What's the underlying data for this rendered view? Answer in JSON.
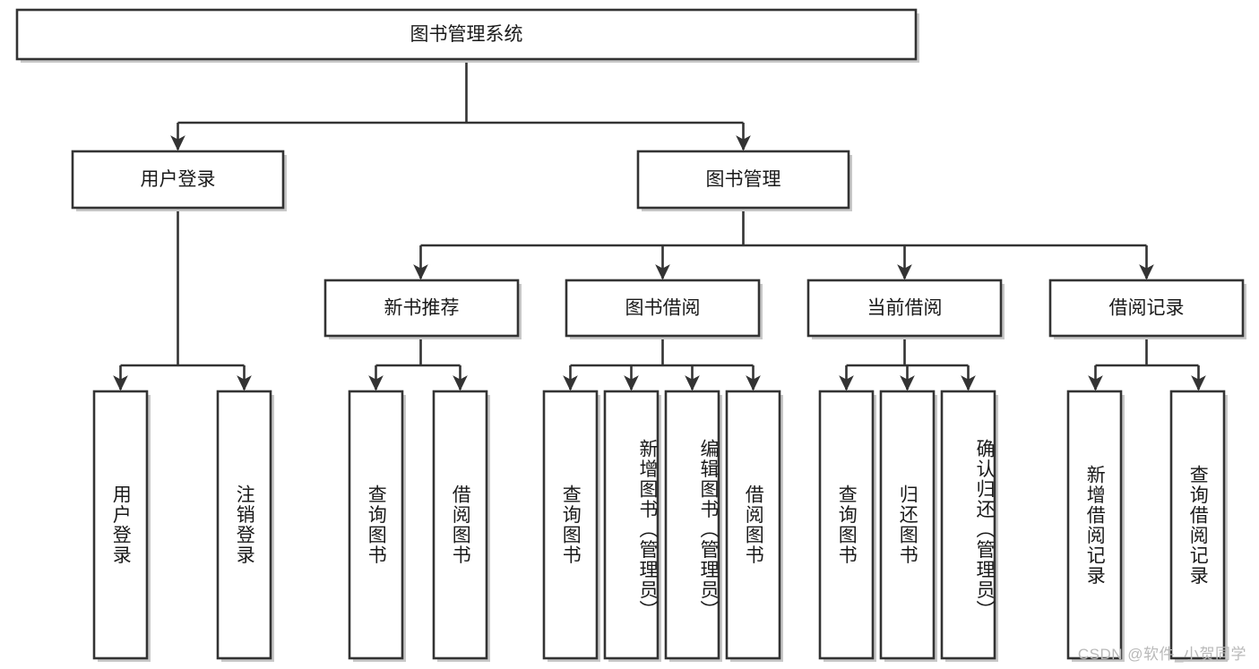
{
  "diagram": {
    "type": "tree",
    "title": "图书管理系统",
    "watermark": "CSDN @软件_小贺同学",
    "levels": {
      "root": {
        "label": "图书管理系统"
      },
      "level2": [
        {
          "label": "用户登录"
        },
        {
          "label": "图书管理"
        }
      ],
      "level3": [
        {
          "label": "新书推荐"
        },
        {
          "label": "图书借阅"
        },
        {
          "label": "当前借阅"
        },
        {
          "label": "借阅记录"
        }
      ],
      "leaves": [
        {
          "label": "用户登录",
          "parent": "用户登录"
        },
        {
          "label": "注销登录",
          "parent": "用户登录"
        },
        {
          "label": "查询图书",
          "parent": "新书推荐"
        },
        {
          "label": "借阅图书",
          "parent": "新书推荐"
        },
        {
          "label": "查询图书",
          "parent": "图书借阅"
        },
        {
          "label": "新增图书（管理员）",
          "parent": "图书借阅"
        },
        {
          "label": "编辑图书（管理员）",
          "parent": "图书借阅"
        },
        {
          "label": "借阅图书",
          "parent": "图书借阅"
        },
        {
          "label": "查询图书",
          "parent": "当前借阅"
        },
        {
          "label": "归还图书",
          "parent": "当前借阅"
        },
        {
          "label": "确认归还（管理员）",
          "parent": "当前借阅"
        },
        {
          "label": "新增借阅记录",
          "parent": "借阅记录"
        },
        {
          "label": "查询借阅记录",
          "parent": "借阅记录"
        }
      ]
    },
    "colors": {
      "box_stroke": "#333333",
      "box_fill": "#ffffff",
      "text": "#1a1a1a",
      "watermark": "#b9b9b9",
      "background": "#ffffff"
    }
  }
}
